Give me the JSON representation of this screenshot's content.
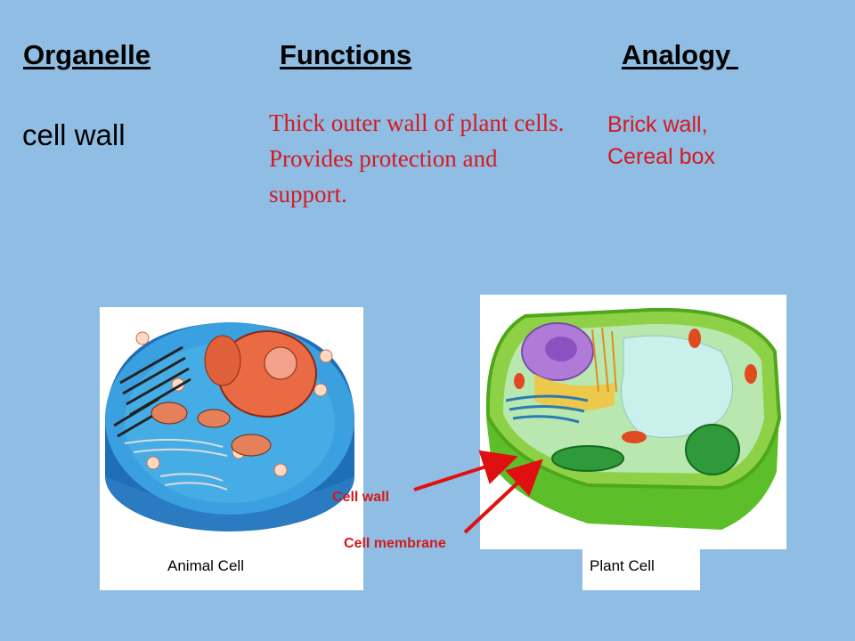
{
  "headers": {
    "organelle": "Organelle",
    "functions": "Functions",
    "analogy": "Analogy "
  },
  "row": {
    "organelle": "cell wall",
    "function": "Thick outer wall of plant cells. Provides protection and support.",
    "analogy_line1": "Brick wall,",
    "analogy_line2": "Cereal box"
  },
  "captions": {
    "animal": "Animal Cell",
    "plant": "Plant Cell"
  },
  "labels": {
    "cell_wall": "Cell wall",
    "cell_membrane": "Cell membrane"
  },
  "colors": {
    "background": "#8fbde3",
    "red_text": "#d7191f",
    "arrow": "#e01010"
  }
}
